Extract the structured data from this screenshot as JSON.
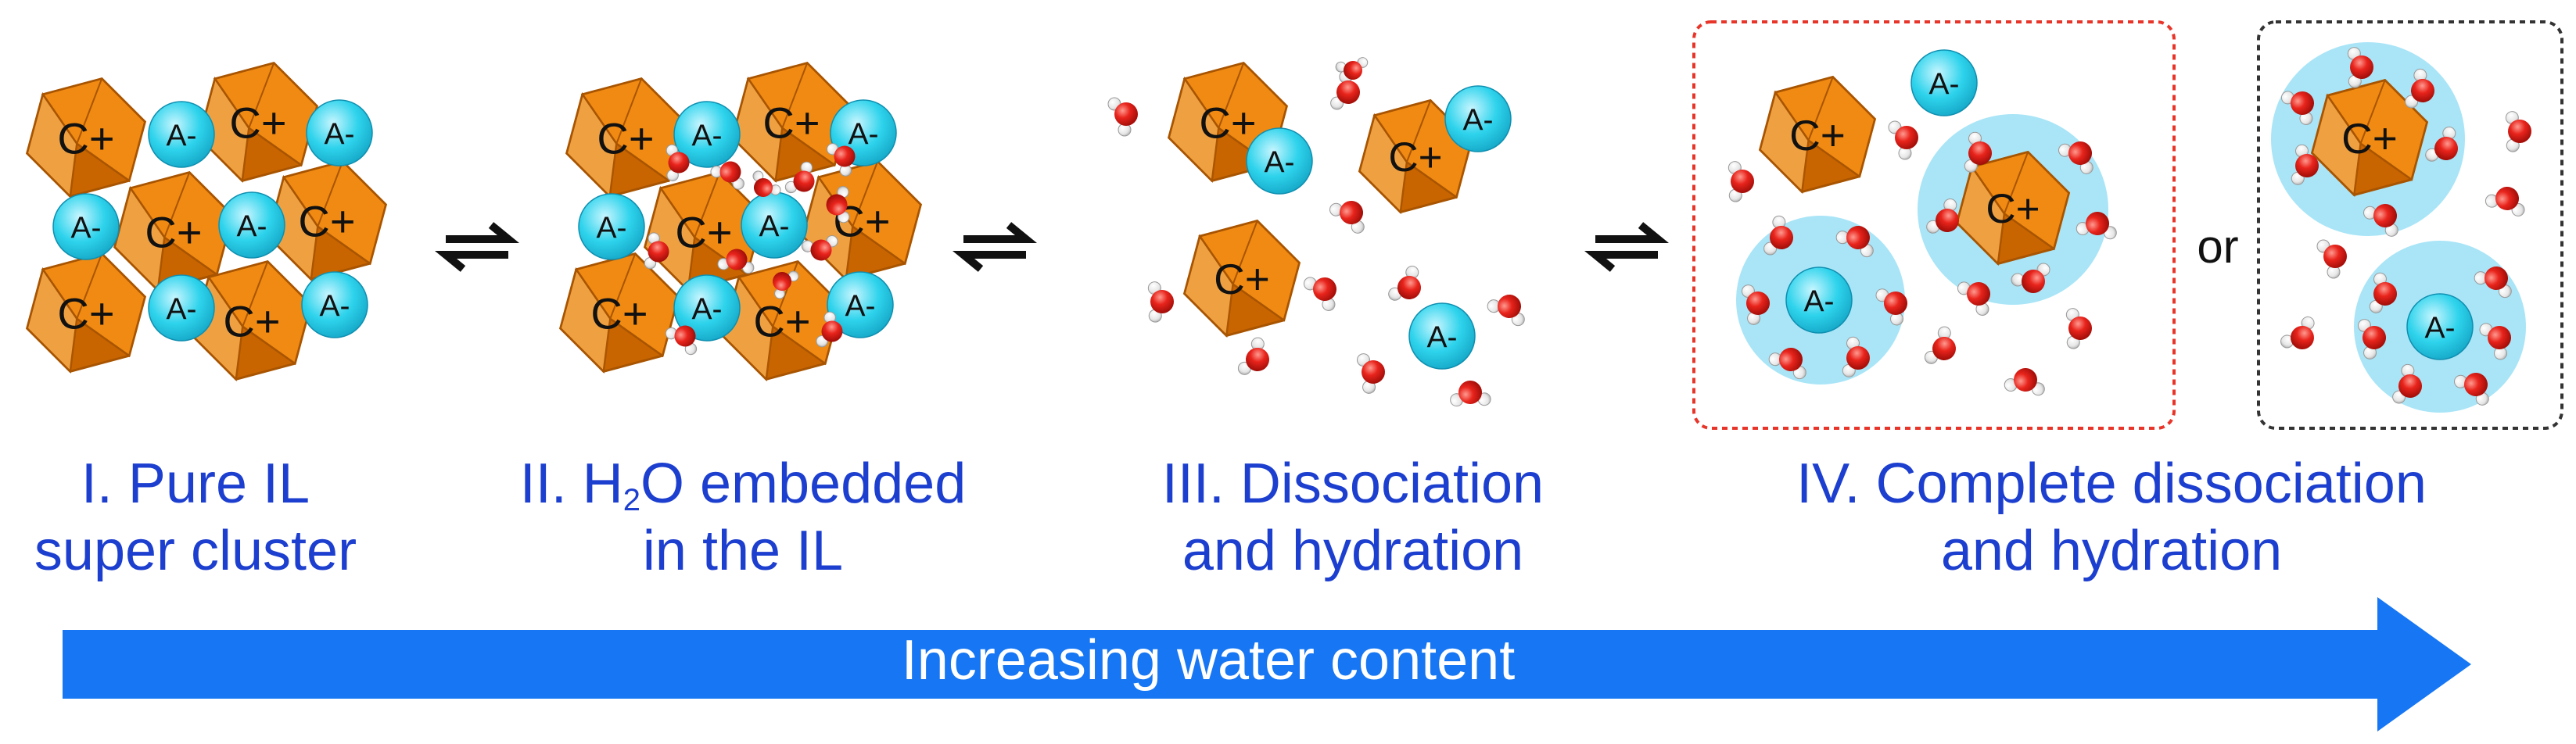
{
  "stages": [
    {
      "line1": "I. Pure IL",
      "line2": "super cluster"
    },
    {
      "line1_pre": "II. H",
      "line1_sub": "2",
      "line1_post": "O embedded",
      "line2": "in the IL"
    },
    {
      "line1": "III. Dissociation",
      "line2": "and hydration"
    },
    {
      "line1": "IV. Complete dissociation",
      "line2": "and hydration"
    }
  ],
  "ion_labels": {
    "cation": "C+",
    "anion": "A-"
  },
  "or_text": "or",
  "arrow_text": "Increasing water content",
  "colors": {
    "cation_fill": "#f08a12",
    "cation_edge": "#a85400",
    "anion_fill": "#2ed3ec",
    "hydration_shell": "#a9e5f7",
    "oxygen": "#e8241c",
    "hydrogen": "#ffffff",
    "label_text": "#1d3fcf",
    "arrow": "#1676f3",
    "box_red": "#e8352a",
    "box_black": "#333333"
  },
  "icons": {
    "equilibrium": "equilibrium-arrows-icon"
  }
}
